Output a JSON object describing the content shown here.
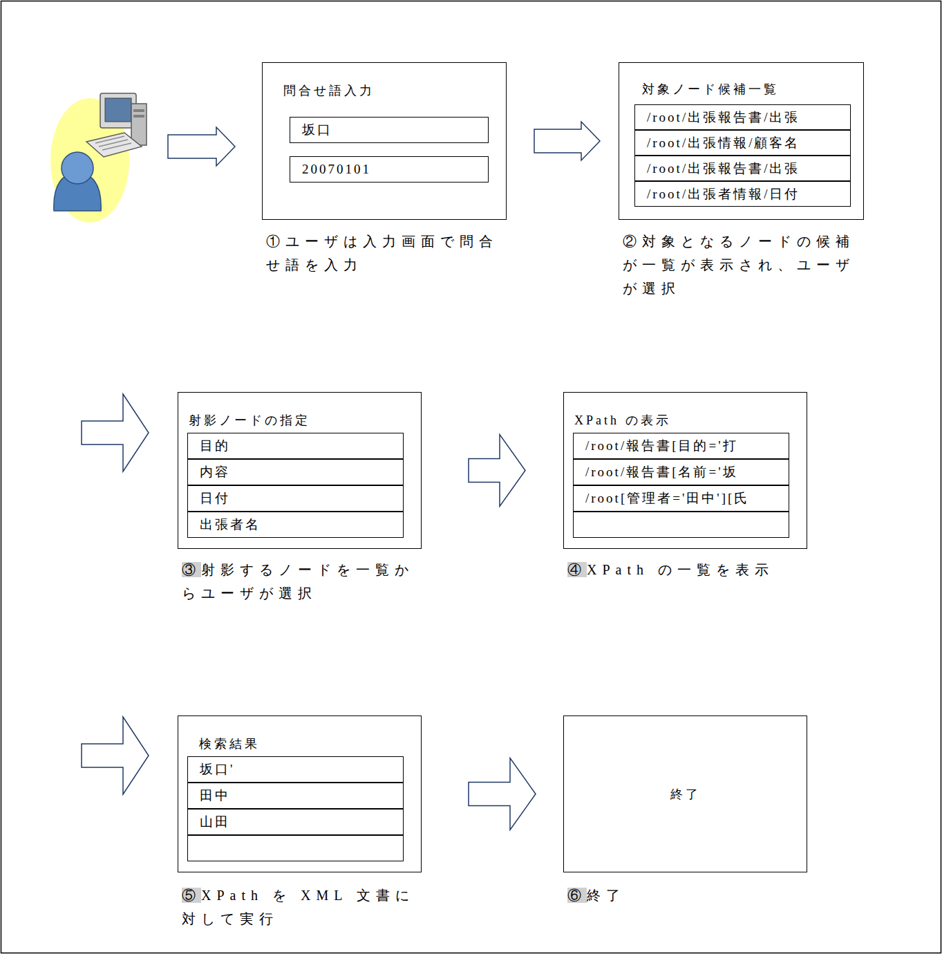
{
  "diagram": {
    "nodes": [
      {
        "text": [
          "問合せ語入力",
          "①ユーザは入力画面で問合せ語を入力"
        ]
      },
      {
        "text": [
          "坂口"
        ],
        "in": 0
      },
      {
        "text": [
          "20070101"
        ],
        "in": 0
      },
      {
        "text": [
          "対象ノード候補一覧",
          "②対象となるノードの候補が一覧が表示され、ユーザが選択"
        ]
      },
      {
        "text": [
          "/root/出張報告書/出張"
        ],
        "in": 3
      },
      {
        "text": [
          "/root/出張情報/顧客名"
        ],
        "in": 3
      },
      {
        "text": [
          "/root/出張報告書/出張"
        ],
        "in": 3
      },
      {
        "text": [
          "/root/出張者情報/日付"
        ],
        "in": 3
      },
      {
        "text": [
          "射影ノードの指定",
          "③射影するノードを一覧からユーザが選択"
        ]
      },
      {
        "text": [
          "目的"
        ],
        "in": 8
      },
      {
        "text": [
          "内容"
        ],
        "in": 8
      },
      {
        "text": [
          "日付"
        ],
        "in": 8
      },
      {
        "text": [
          "出張者名"
        ],
        "in": 8
      },
      {
        "text": [
          "XPath の表示",
          "④XPath の一覧を表示"
        ]
      },
      {
        "text": [
          "/root/報告書[目的='打"
        ],
        "in": 13
      },
      {
        "text": [
          "/root/報告書[名前='坂"
        ],
        "in": 13
      },
      {
        "text": [
          "/root[管理者='田中'][氏"
        ],
        "in": 13
      },
      {
        "text": [
          "検索結果",
          "⑤XPath を XML 文書に対して実行"
        ]
      },
      {
        "text": [
          "坂口'"
        ],
        "in": 17
      },
      {
        "text": [
          "田中"
        ],
        "in": 17
      },
      {
        "text": [
          "山田"
        ],
        "in": 17
      },
      {
        "text": [
          "終了",
          "⑥終了"
        ]
      }
    ],
    "edges": [
      {
        "from": 0,
        "to": 3,
        "arrow": "to"
      },
      {
        "from": 8,
        "to": 13,
        "arrow": "to"
      },
      {
        "from": 17,
        "to": 21,
        "arrow": "to"
      }
    ]
  }
}
